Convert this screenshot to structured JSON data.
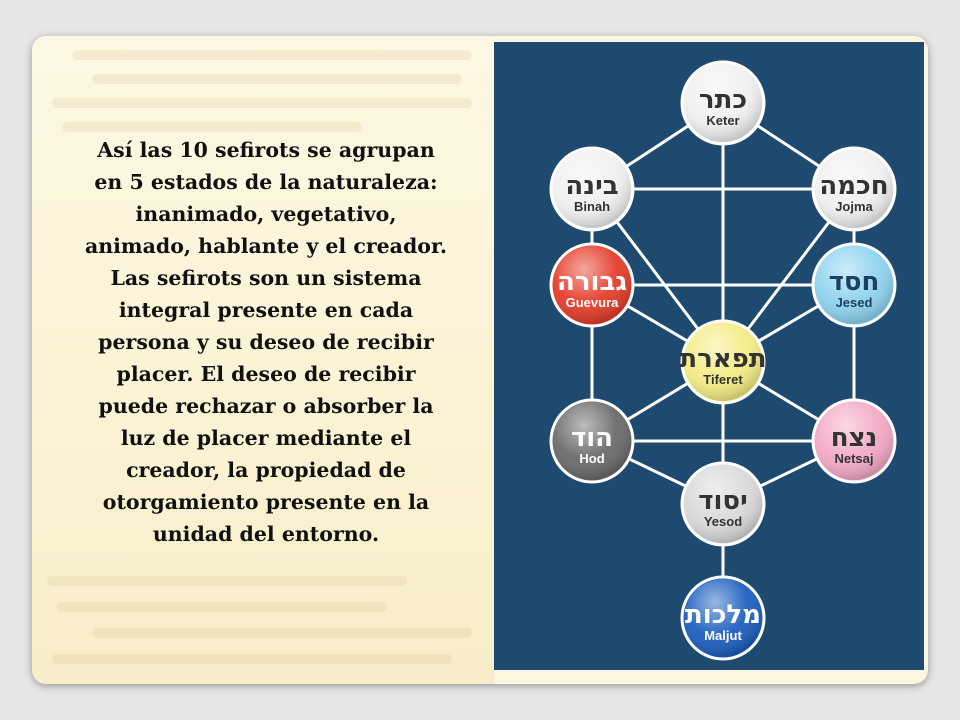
{
  "slide": {
    "paragraph": "Así las 10 sefirots se agrupan\nen 5 estados de la naturaleza:\ninanimado, vegetativo,\nanimado, hablante y el creador.\nLas sefirots son un sistema\nintegral presente en cada\npersona y su deseo de recibir\nplacer. El deseo de recibir\npuede rechazar o absorber la\nluz de placer mediante el\ncreador, la propiedad de\notorgamiento presente en la\nunidad del entorno."
  },
  "sefirot": [
    {
      "id": "keter",
      "hebrew": "כתר",
      "name": "Keter",
      "color": "#f0f0f0",
      "text_color": "#333333"
    },
    {
      "id": "binah",
      "hebrew": "בינה",
      "name": "Binah",
      "color": "#f0f0f0",
      "text_color": "#333333"
    },
    {
      "id": "jojma",
      "hebrew": "חכמה",
      "name": "Jojma",
      "color": "#f0f0f0",
      "text_color": "#333333"
    },
    {
      "id": "guevura",
      "hebrew": "גבורה",
      "name": "Guevura",
      "color": "#e53d2b",
      "text_color": "#ffffff"
    },
    {
      "id": "jesed",
      "hebrew": "חסד",
      "name": "Jesed",
      "color": "#8fd3ef",
      "text_color": "#1f3f66"
    },
    {
      "id": "tiferet",
      "hebrew": "תפארת",
      "name": "Tiferet",
      "color": "#f4ec84",
      "text_color": "#333333"
    },
    {
      "id": "hod",
      "hebrew": "הוד",
      "name": "Hod",
      "color": "#6b6b6b",
      "text_color": "#ffffff"
    },
    {
      "id": "netsaj",
      "hebrew": "נצח",
      "name": "Netsaj",
      "color": "#f4a9c6",
      "text_color": "#333333"
    },
    {
      "id": "yesod",
      "hebrew": "יסוד",
      "name": "Yesod",
      "color": "#d9d9d9",
      "text_color": "#333333"
    },
    {
      "id": "maljut",
      "hebrew": "מלכות",
      "name": "Maljut",
      "color": "#1d5fbf",
      "text_color": "#ffffff"
    }
  ],
  "colors": {
    "panel_background": "#1f4a70",
    "connector_lines": "#ffffff",
    "slide_background": "#fbf6df",
    "text": "#111111"
  }
}
